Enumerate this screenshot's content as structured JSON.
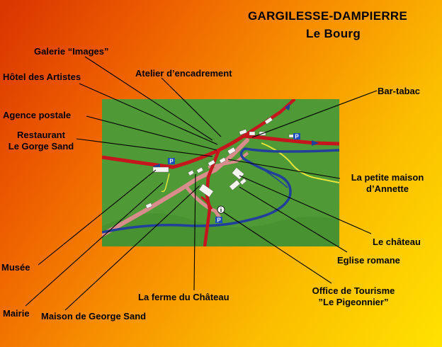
{
  "header": {
    "title": "GARGILESSE-DAMPIERRE",
    "subtitle": "Le Bourg"
  },
  "labels": {
    "galerie": "Galerie “Images”",
    "hotel": "Hôtel des Artistes",
    "atelier": "Atelier d’encadrement",
    "bar": "Bar-tabac",
    "agence": "Agence postale",
    "restaurant_1": "Restaurant",
    "restaurant_2": "Le Gorge Sand",
    "petite_maison_1": "La petite maison",
    "petite_maison_2": "d’Annette",
    "chateau": "Le château",
    "eglise": "Eglise romane",
    "musee": "Musée",
    "ferme": "La ferme du Château",
    "office_1": "Office de Tourisme",
    "office_2": "”Le Pigeonnier”",
    "mairie": "Mairie",
    "maison_sand": "Maison de George Sand"
  },
  "map_symbols": {
    "parking": "P",
    "info": "i"
  },
  "colors": {
    "road": "#c4161c",
    "river": "#21409a",
    "lane": "#d98c8c",
    "path": "#e6e33a",
    "map_bg": "#4f9a36"
  }
}
